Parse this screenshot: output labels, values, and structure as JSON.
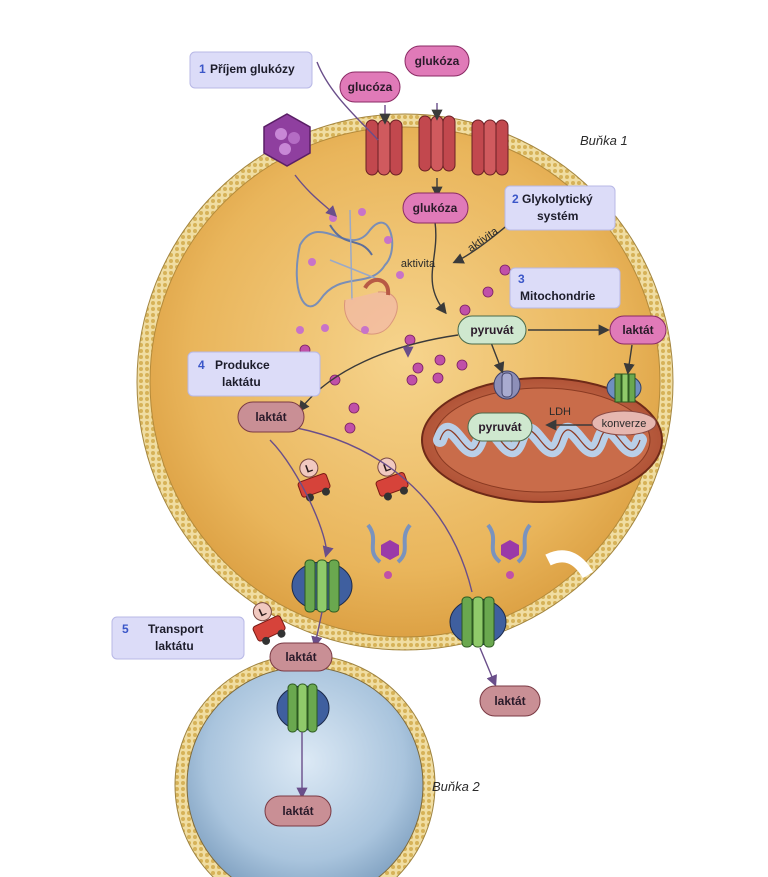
{
  "cells": {
    "cell1": "Buňka 1",
    "cell2": "Buňka 2"
  },
  "steps": [
    {
      "num": "1",
      "line1": "Příjem glukózy",
      "line2": ""
    },
    {
      "num": "2",
      "line1": "Glykolytický",
      "line2": "systém"
    },
    {
      "num": "3",
      "line1": "Mitochondrie",
      "line2": ""
    },
    {
      "num": "4",
      "line1": "Produkce",
      "line2": "laktátu"
    },
    {
      "num": "5",
      "line1": "Transport",
      "line2": "laktátu"
    }
  ],
  "molecules": {
    "glucose_ext_left": "glucóza",
    "glucose_ext_right": "glukóza",
    "glucose_int": "glukóza",
    "pyruvate_cyto": "pyruvát",
    "pyruvate_mito": "pyruvát",
    "lactate_cyto_right": "laktát",
    "lactate_cyto_left": "laktát",
    "lactate_out_left": "laktát",
    "lactate_out_right": "laktát",
    "lactate_cell2": "laktát"
  },
  "annotations": {
    "activity_arrow": "aktivita",
    "activity_network": "aktivita",
    "ldh": "LDH",
    "conversion": "konverze"
  },
  "colors": {
    "cell1_cytoplasm": "#e8b55a",
    "membrane": "#d8b460",
    "cell2_interior": "#a9c4dd",
    "label_box": "#dcdcf8",
    "glucose_pill": "#e07ab8",
    "lactate_pill": "#c98f95",
    "pyruvate_pill": "#cfe8cf",
    "mitochondrion": "#b8583e"
  },
  "icons": [
    "hexagon-molecule-icon",
    "glut-transporter-icon",
    "mct-transporter-icon",
    "lactate-truck-icon",
    "protein-complex-icon"
  ]
}
